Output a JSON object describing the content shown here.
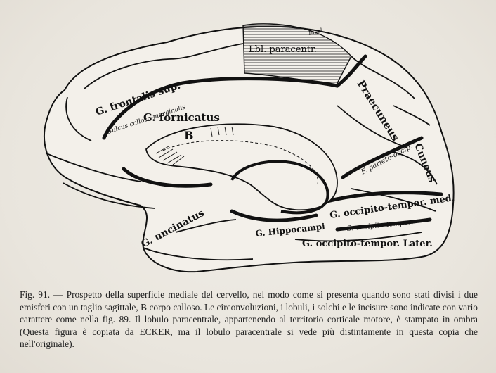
{
  "figure": {
    "labels": {
      "frontalis_sup": "G. frontalis sup.",
      "sulcus_calloso": "Sulcus calloso-marginalis",
      "fornicatus": "G. fornicatus",
      "corpus": "B",
      "paracentral": "Lbl. paracentr.",
      "paracentral_small": "Insel",
      "praecuneus": "Praecuneus",
      "parieto_occip": "F. parieto-occip.",
      "cuneus": "Cuneus",
      "occ_temp_med": "G. occipito-tempor. med.",
      "hippocampi": "G. Hippocampi",
      "s_occ_temp": "S. occipito-tempor.",
      "occ_temp_later": "G. occipito-tempor. Later.",
      "uncinatus": "G. uncinatus"
    }
  },
  "caption": {
    "text": "Fig. 91. — Prospetto della superficie mediale del cervello, nel modo come si presenta quando sono stati divisi i due emisferi con un taglio sagittale, B corpo calloso. Le circonvoluzioni, i lobuli, i solchi e le incisure sono indicate con vario carattere come nella fig. 89. Il lobulo paracentrale, appartenendo al territorio corticale motore, è stampato in ombra (Questa figura è copiata da ECKER, ma il lobulo paracentrale si vede più distintamente in questa copia che nell'originale)."
  }
}
